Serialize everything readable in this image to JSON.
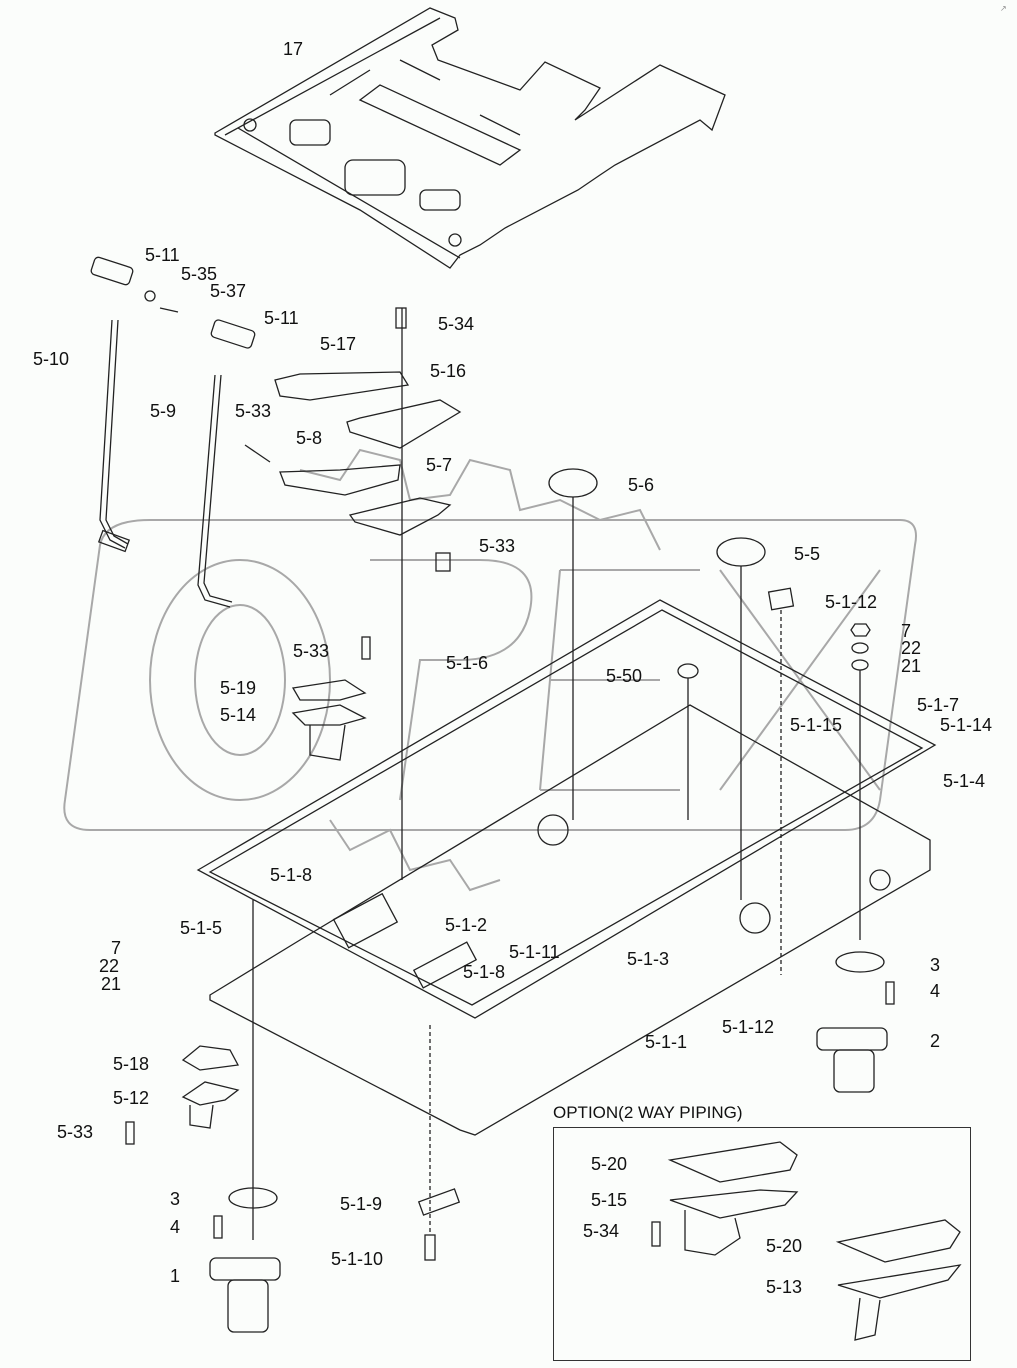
{
  "diagram": {
    "title": "Cab floor plate / pedal assembly exploded parts diagram",
    "watermark": "OPEX",
    "corner_mark": "↗",
    "colors": {
      "line": "#222222",
      "watermark": "#a8a8a8",
      "background": "#fbfdfb"
    },
    "option_box": {
      "title": "OPTION(2 WAY PIPING)"
    },
    "labels": [
      {
        "id": "17",
        "text": "17"
      },
      {
        "id": "5-11a",
        "text": "5-11"
      },
      {
        "id": "5-35",
        "text": "5-35"
      },
      {
        "id": "5-37",
        "text": "5-37"
      },
      {
        "id": "5-11b",
        "text": "5-11"
      },
      {
        "id": "5-34a",
        "text": "5-34"
      },
      {
        "id": "5-10",
        "text": "5-10"
      },
      {
        "id": "5-17",
        "text": "5-17"
      },
      {
        "id": "5-16",
        "text": "5-16"
      },
      {
        "id": "5-9",
        "text": "5-9"
      },
      {
        "id": "5-33a",
        "text": "5-33"
      },
      {
        "id": "5-8",
        "text": "5-8"
      },
      {
        "id": "5-7",
        "text": "5-7"
      },
      {
        "id": "5-6",
        "text": "5-6"
      },
      {
        "id": "5-33b",
        "text": "5-33"
      },
      {
        "id": "5-5",
        "text": "5-5"
      },
      {
        "id": "5-1-12a",
        "text": "5-1-12"
      },
      {
        "id": "7a",
        "text": "7"
      },
      {
        "id": "22a",
        "text": "22"
      },
      {
        "id": "21a",
        "text": "21"
      },
      {
        "id": "5-33c",
        "text": "5-33"
      },
      {
        "id": "5-1-6",
        "text": "5-1-6"
      },
      {
        "id": "5-50",
        "text": "5-50"
      },
      {
        "id": "5-19",
        "text": "5-19"
      },
      {
        "id": "5-1-7",
        "text": "5-1-7"
      },
      {
        "id": "5-1-14",
        "text": "5-1-14"
      },
      {
        "id": "5-14",
        "text": "5-14"
      },
      {
        "id": "5-1-15",
        "text": "5-1-15"
      },
      {
        "id": "5-1-4",
        "text": "5-1-4"
      },
      {
        "id": "5-1-8a",
        "text": "5-1-8"
      },
      {
        "id": "5-1-5",
        "text": "5-1-5"
      },
      {
        "id": "5-1-2",
        "text": "5-1-2"
      },
      {
        "id": "7b",
        "text": "7"
      },
      {
        "id": "5-1-11",
        "text": "5-1-11"
      },
      {
        "id": "22b",
        "text": "22"
      },
      {
        "id": "5-1-8b",
        "text": "5-1-8"
      },
      {
        "id": "5-1-3",
        "text": "5-1-3"
      },
      {
        "id": "21b",
        "text": "21"
      },
      {
        "id": "3a",
        "text": "3"
      },
      {
        "id": "4a",
        "text": "4"
      },
      {
        "id": "5-1-12b",
        "text": "5-1-12"
      },
      {
        "id": "2",
        "text": "2"
      },
      {
        "id": "5-1-1",
        "text": "5-1-1"
      },
      {
        "id": "5-18",
        "text": "5-18"
      },
      {
        "id": "5-12",
        "text": "5-12"
      },
      {
        "id": "5-33d",
        "text": "5-33"
      },
      {
        "id": "3b",
        "text": "3"
      },
      {
        "id": "5-1-9",
        "text": "5-1-9"
      },
      {
        "id": "4b",
        "text": "4"
      },
      {
        "id": "5-1-10",
        "text": "5-1-10"
      },
      {
        "id": "1",
        "text": "1"
      },
      {
        "id": "5-20a",
        "text": "5-20"
      },
      {
        "id": "5-15",
        "text": "5-15"
      },
      {
        "id": "5-34b",
        "text": "5-34"
      },
      {
        "id": "5-20b",
        "text": "5-20"
      },
      {
        "id": "5-13",
        "text": "5-13"
      }
    ]
  }
}
